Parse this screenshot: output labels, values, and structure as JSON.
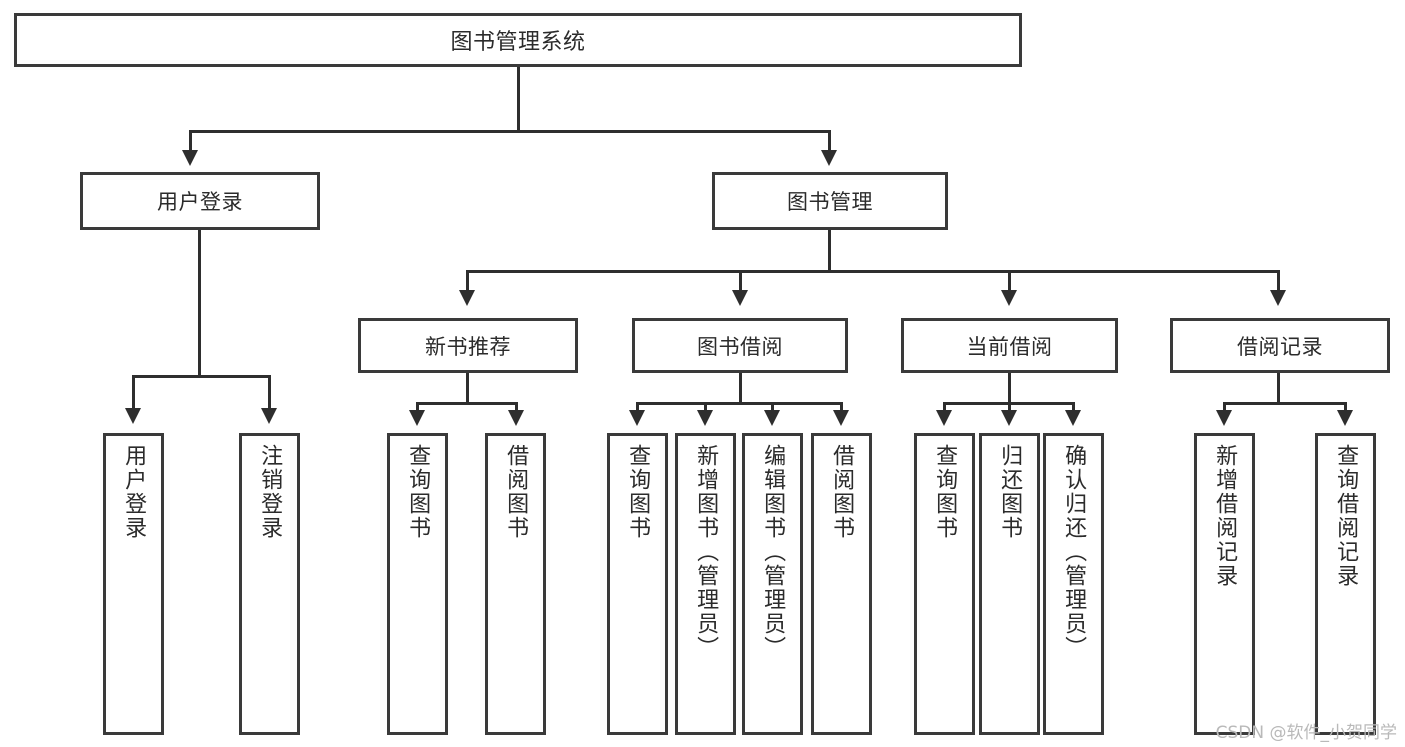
{
  "diagram": {
    "title": "图书管理系统",
    "type": "功能结构图",
    "root": {
      "label": "图书管理系统"
    },
    "level2": [
      {
        "label": "用户登录"
      },
      {
        "label": "图书管理"
      }
    ],
    "level3": [
      {
        "label": "新书推荐"
      },
      {
        "label": "图书借阅"
      },
      {
        "label": "当前借阅"
      },
      {
        "label": "借阅记录"
      }
    ],
    "leaves": {
      "user_login": [
        {
          "label": "用户登录"
        },
        {
          "label": "注销登录"
        }
      ],
      "new_book_recommend": [
        {
          "label": "查询图书"
        },
        {
          "label": "借阅图书"
        }
      ],
      "book_borrow": [
        {
          "label": "查询图书"
        },
        {
          "label": "新增图书（管理员）"
        },
        {
          "label": "编辑图书（管理员）"
        },
        {
          "label": "借阅图书"
        }
      ],
      "current_borrow": [
        {
          "label": "查询图书"
        },
        {
          "label": "归还图书"
        },
        {
          "label": "确认归还（管理员）"
        }
      ],
      "borrow_record": [
        {
          "label": "新增借阅记录"
        },
        {
          "label": "查询借阅记录"
        }
      ]
    }
  },
  "watermark": {
    "text": "CSDN @软件_小贺同学"
  },
  "colors": {
    "box_border": "#3a3a3a",
    "line": "#2e2e2e",
    "background": "#ffffff",
    "text": "#2b2b2b",
    "watermark": "#b9b9b9"
  }
}
